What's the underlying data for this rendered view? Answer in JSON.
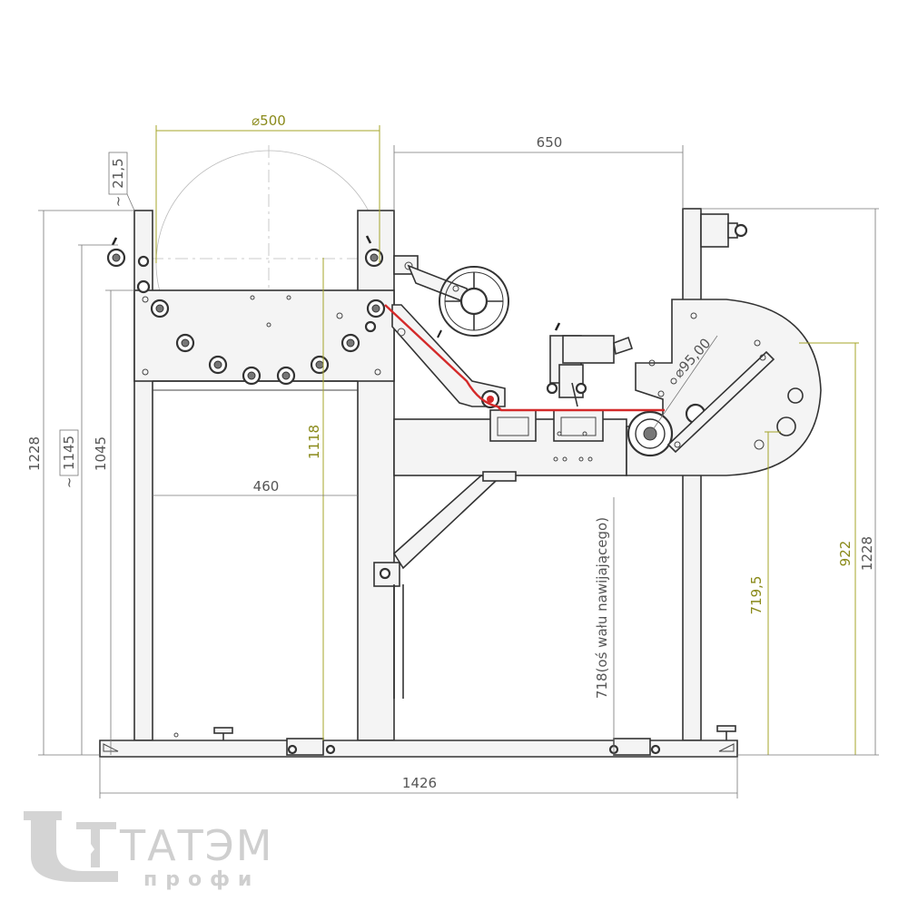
{
  "dimensions": {
    "d_diameter_500": "⌀500",
    "d_650": "650",
    "d_21_5": "21,5",
    "d_1228_left": "1228",
    "d_1145": "1145",
    "d_1045": "1045",
    "d_1118": "1118",
    "d_460": "460",
    "d_diameter_95": "⌀95,00",
    "d_718": "718(oś wału nawijającego)",
    "d_719_5": "719,5",
    "d_922": "922",
    "d_1228_right": "1228",
    "d_1426": "1426",
    "approx_prefix": "~"
  },
  "logo": {
    "name": "ТАТЭМ",
    "subtitle": "профи"
  },
  "colors": {
    "dimension_gray": "#555555",
    "dimension_olive": "#8a8a1a",
    "web_path_red": "#d42a2a",
    "frame_line": "#333333",
    "logo_gray": "#cfcfcf"
  }
}
